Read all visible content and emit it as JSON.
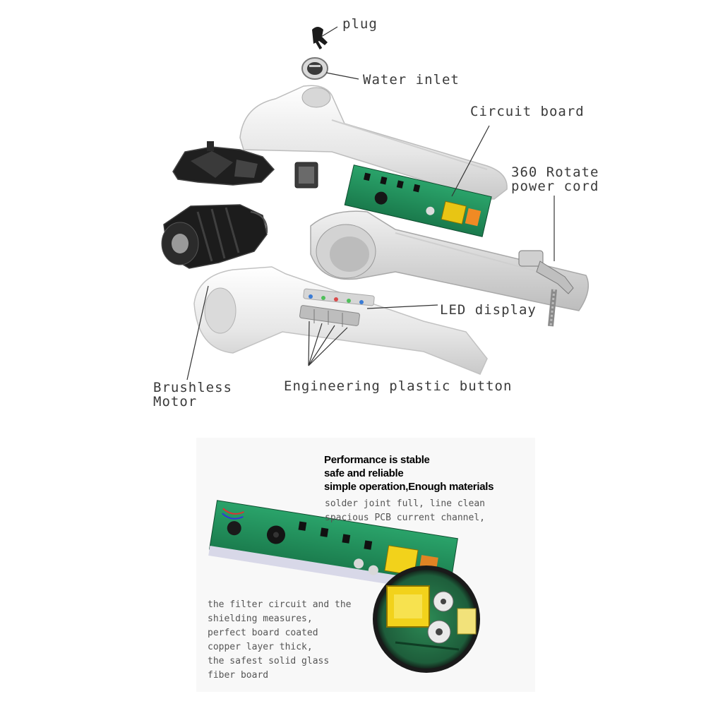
{
  "labels": {
    "plug": "plug",
    "water_inlet": "Water inlet",
    "circuit_board": "Circuit board",
    "rotate_line1": "360 Rotate",
    "rotate_line2": "power cord",
    "led_display": "LED display",
    "motor_line1": "Brushless",
    "motor_line2": "Motor",
    "button": "Engineering plastic button"
  },
  "performance": {
    "line1": "Performance is stable",
    "line2": "safe and reliable",
    "line3": "simple operation,Enough materials"
  },
  "pcb_notes": {
    "line1": "solder joint full, line clean",
    "line2": "spacious PCB current channel,"
  },
  "filter_notes": {
    "line1": "the filter circuit and the",
    "line2": "shielding measures,",
    "line3": "perfect board coated",
    "line4": "copper layer thick,",
    "line5": "the safest solid glass",
    "line6": "fiber board"
  },
  "colors": {
    "pcb_green": "#1f8a5a",
    "housing_white": "#eeeeee",
    "motor_black": "#1e1e1e",
    "transformer_yellow": "#f2d21b",
    "label_text": "#3a3a3a"
  }
}
